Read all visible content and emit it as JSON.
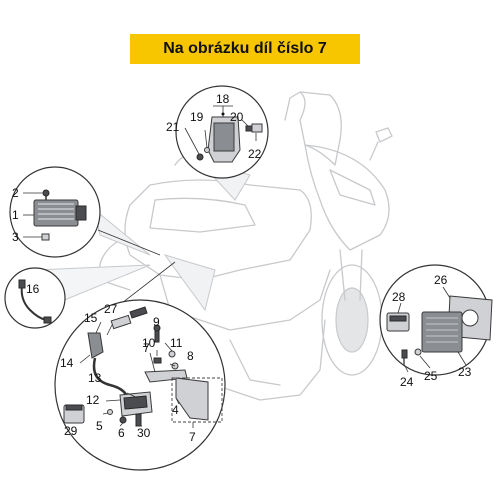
{
  "banner": {
    "text": "Na obrázku díl číslo 7",
    "color": "#f7c600"
  },
  "labels": {
    "n1": "1",
    "n2": "2",
    "n3": "3",
    "n4": "4",
    "n5": "5",
    "n6": "6",
    "n7a": "7",
    "n7b": "7",
    "n8": "8",
    "n9": "9",
    "n10": "10",
    "n11": "11",
    "n12": "12",
    "n13": "13",
    "n14": "14",
    "n15": "15",
    "n16": "16",
    "n18": "18",
    "n19": "19",
    "n20": "20",
    "n21": "21",
    "n22": "22",
    "n23": "23",
    "n24": "24",
    "n25": "25",
    "n26": "26",
    "n27": "27",
    "n28": "28",
    "n29": "29",
    "n30": "30"
  }
}
